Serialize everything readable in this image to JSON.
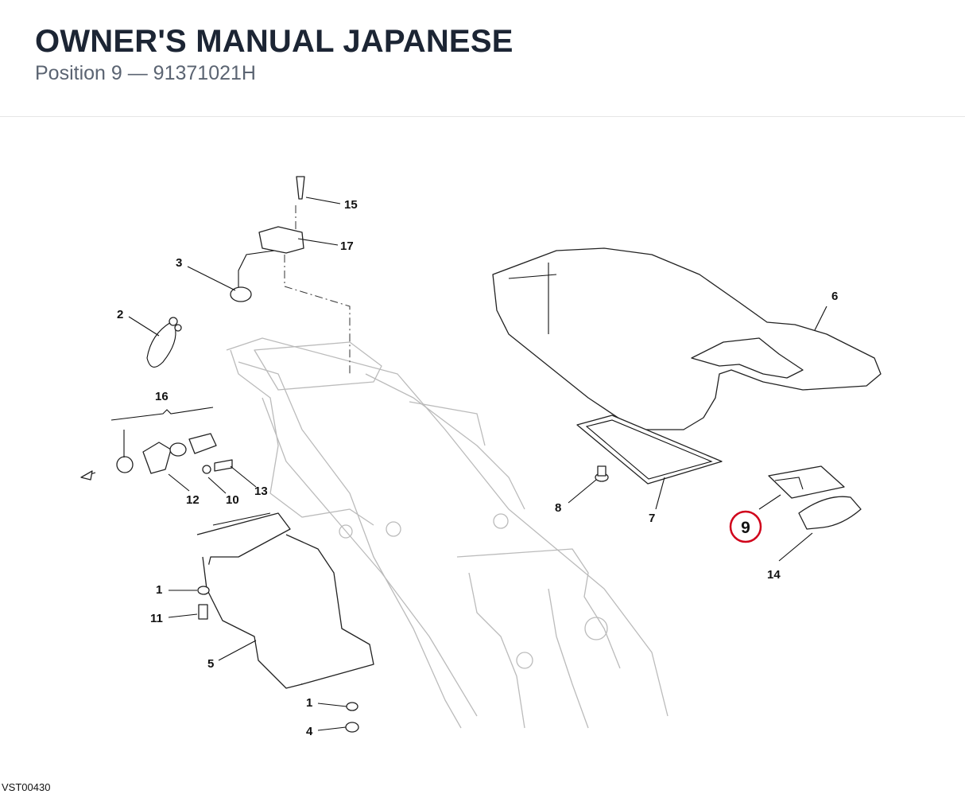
{
  "header": {
    "title": "OWNER'S MANUAL JAPANESE",
    "subtitle": "Position 9 — 91371021H"
  },
  "diagram": {
    "drawing_code": "VST00430",
    "highlight_color": "#d0021b",
    "highlighted_position": "9",
    "callouts": {
      "c1a": "1",
      "c1b": "1",
      "c2": "2",
      "c3": "3",
      "c4": "4",
      "c5": "5",
      "c6": "6",
      "c7": "7",
      "c8": "8",
      "c9": "9",
      "c10": "10",
      "c11": "11",
      "c12": "12",
      "c13": "13",
      "c14": "14",
      "c15": "15",
      "c16": "16",
      "c17": "17"
    }
  }
}
